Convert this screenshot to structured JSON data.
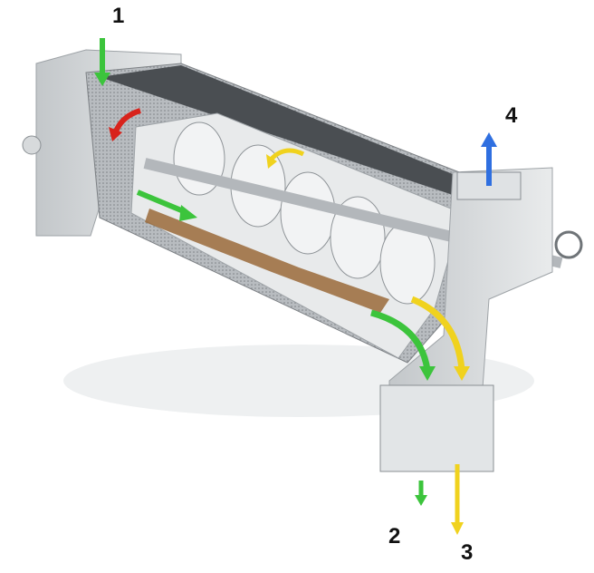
{
  "labels": {
    "inlet": "1",
    "outlet_solids": "2",
    "outlet_liquid": "3",
    "vent": "4"
  },
  "colors": {
    "green": "#3cc43c",
    "yellow": "#f0d21e",
    "blue": "#2f6fe0",
    "red": "#d8231c",
    "steel": "#cfd3d6",
    "grain": "#9a6a3a"
  }
}
